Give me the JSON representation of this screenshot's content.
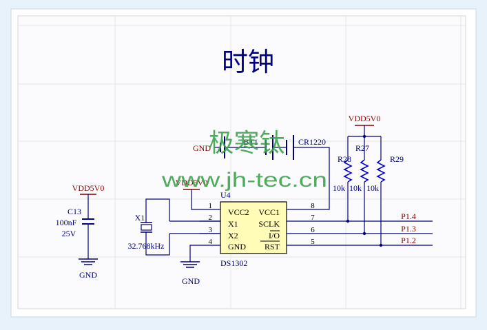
{
  "title": "时钟",
  "watermark": {
    "brand": "极寒钛",
    "url": "www.jh-tec.cn"
  },
  "colors": {
    "wire": "#00007a",
    "power": "#8b0000",
    "ic_fill": "#fffcb8",
    "resistor": "#0000cc",
    "watermark": "#3aa04a",
    "grid": "#e4e4e4",
    "paper": "#fbfbfd"
  },
  "capacitor": {
    "ref": "C13",
    "value": "100nF",
    "voltage": "25V",
    "power_label": "VDD5V0",
    "ground_label": "GND"
  },
  "crystal": {
    "ref": "X1",
    "value": "32.768kHz"
  },
  "ic": {
    "ref": "U4",
    "part": "DS1302",
    "power_label": "VDD5V0",
    "ground_label": "GND",
    "pins": {
      "p1": {
        "num": "1",
        "name": "VCC2"
      },
      "p2": {
        "num": "2",
        "name": "X1"
      },
      "p3": {
        "num": "3",
        "name": "X2"
      },
      "p4": {
        "num": "4",
        "name": "GND"
      },
      "p8": {
        "num": "8",
        "name": "VCC1"
      },
      "p7": {
        "num": "7",
        "name": "SCLK"
      },
      "p6": {
        "num": "6",
        "name": "I/O"
      },
      "p5": {
        "num": "5",
        "name": "RST"
      }
    }
  },
  "battery": {
    "ref": "BT1",
    "type": "CR1220",
    "ground_label": "GND"
  },
  "pullups": {
    "power_label": "VDD5V0",
    "resistors": [
      {
        "ref": "R28",
        "value": "10k"
      },
      {
        "ref": "R27",
        "value": "10k"
      },
      {
        "ref": "R29",
        "value": "10k"
      }
    ]
  },
  "nets": {
    "p14": "P1.4",
    "p13": "P1.3",
    "p12": "P1.2"
  }
}
